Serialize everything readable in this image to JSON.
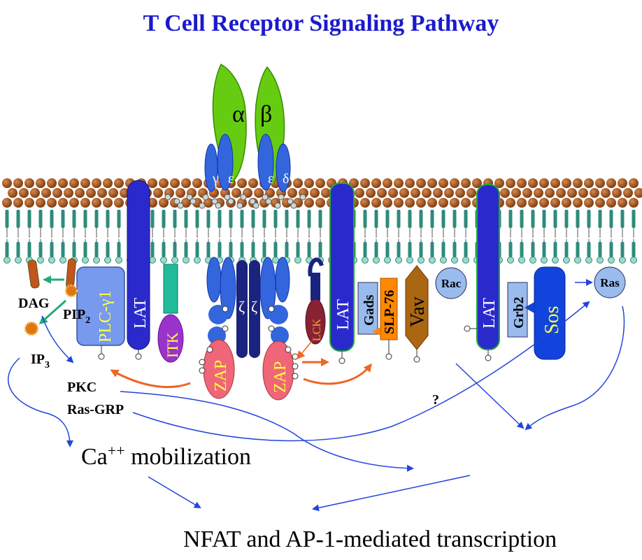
{
  "title": "T Cell Receptor Signaling Pathway",
  "receptor": {
    "alpha": "α",
    "beta": "β",
    "gamma": "γ",
    "epsilon_left": "ε",
    "epsilon_right": "ε",
    "delta": "δ",
    "zeta_left": "ζ",
    "zeta_right": "ζ"
  },
  "proteins": {
    "plc": "PLC-γ1",
    "lat1": "LAT",
    "itk": "ITK",
    "zap_left": "ZAP",
    "zap_right": "ZAP",
    "lck": "LCK",
    "lat2": "LAT",
    "gads": "Gads",
    "slp76": "SLP-76",
    "vav": "Vav",
    "rac": "Rac",
    "lat3": "LAT",
    "grb2": "Grb2",
    "sos": "Sos",
    "ras": "Ras"
  },
  "messengers": {
    "dag": "DAG",
    "pip2": "PIP",
    "pip2_sub": "2",
    "ip3": "IP",
    "ip3_sub": "3",
    "pkc": "PKC",
    "rasgrp": "Ras-GRP",
    "question": "?"
  },
  "outcomes": {
    "ca_prefix": "Ca",
    "ca_sup": "++",
    "ca_suffix": " mobilization",
    "transcription": "NFAT and AP-1-mediated transcription"
  },
  "colors": {
    "title": "#1a1acc",
    "lipid_head": "#a0521e",
    "lipid_tail": "#2e8b7a",
    "tcr_green": "#66cc11",
    "cd3_blue": "#3366dd",
    "zeta_navy": "#1a237e",
    "lat_blue": "#2a2acc",
    "plc_blue": "#7799ee",
    "itk_purple": "#9933cc",
    "zap_pink": "#ee6677",
    "lck_maroon": "#882233",
    "vav_brown": "#aa6611",
    "slp_orange": "#ff8800",
    "sos_blue": "#1144dd",
    "arrow_blue": "#2244dd",
    "arrow_orange": "#ee6622"
  }
}
